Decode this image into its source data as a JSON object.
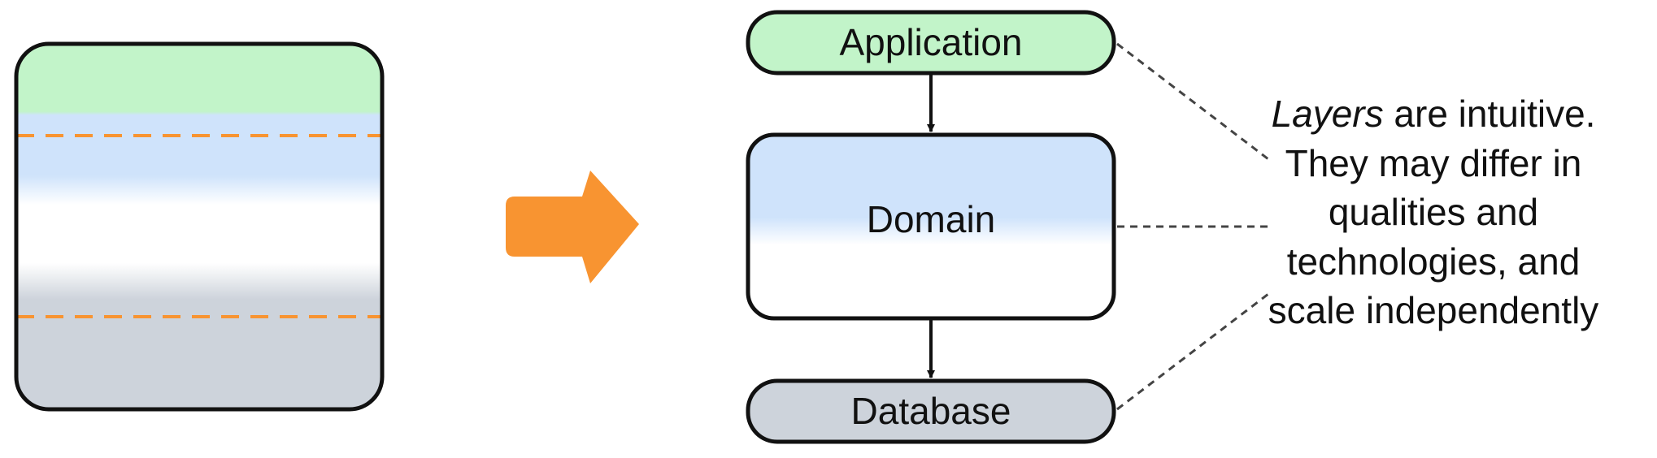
{
  "layers": {
    "application": "Application",
    "domain": "Domain",
    "database": "Database"
  },
  "caption": {
    "line1_emphasis": "Layers",
    "line1_rest": " are intuitive.",
    "line2": "They may differ in",
    "line3": "qualities and",
    "line4": "technologies, and",
    "line5": "scale independently"
  },
  "colors": {
    "application": "#c2f4c9",
    "domain": "#cfe3fb",
    "database": "#cdd3db",
    "accent_orange": "#f89431",
    "outline": "#111111",
    "connector": "#444444"
  },
  "icons": {
    "transition_arrow": "right-arrow-icon"
  }
}
